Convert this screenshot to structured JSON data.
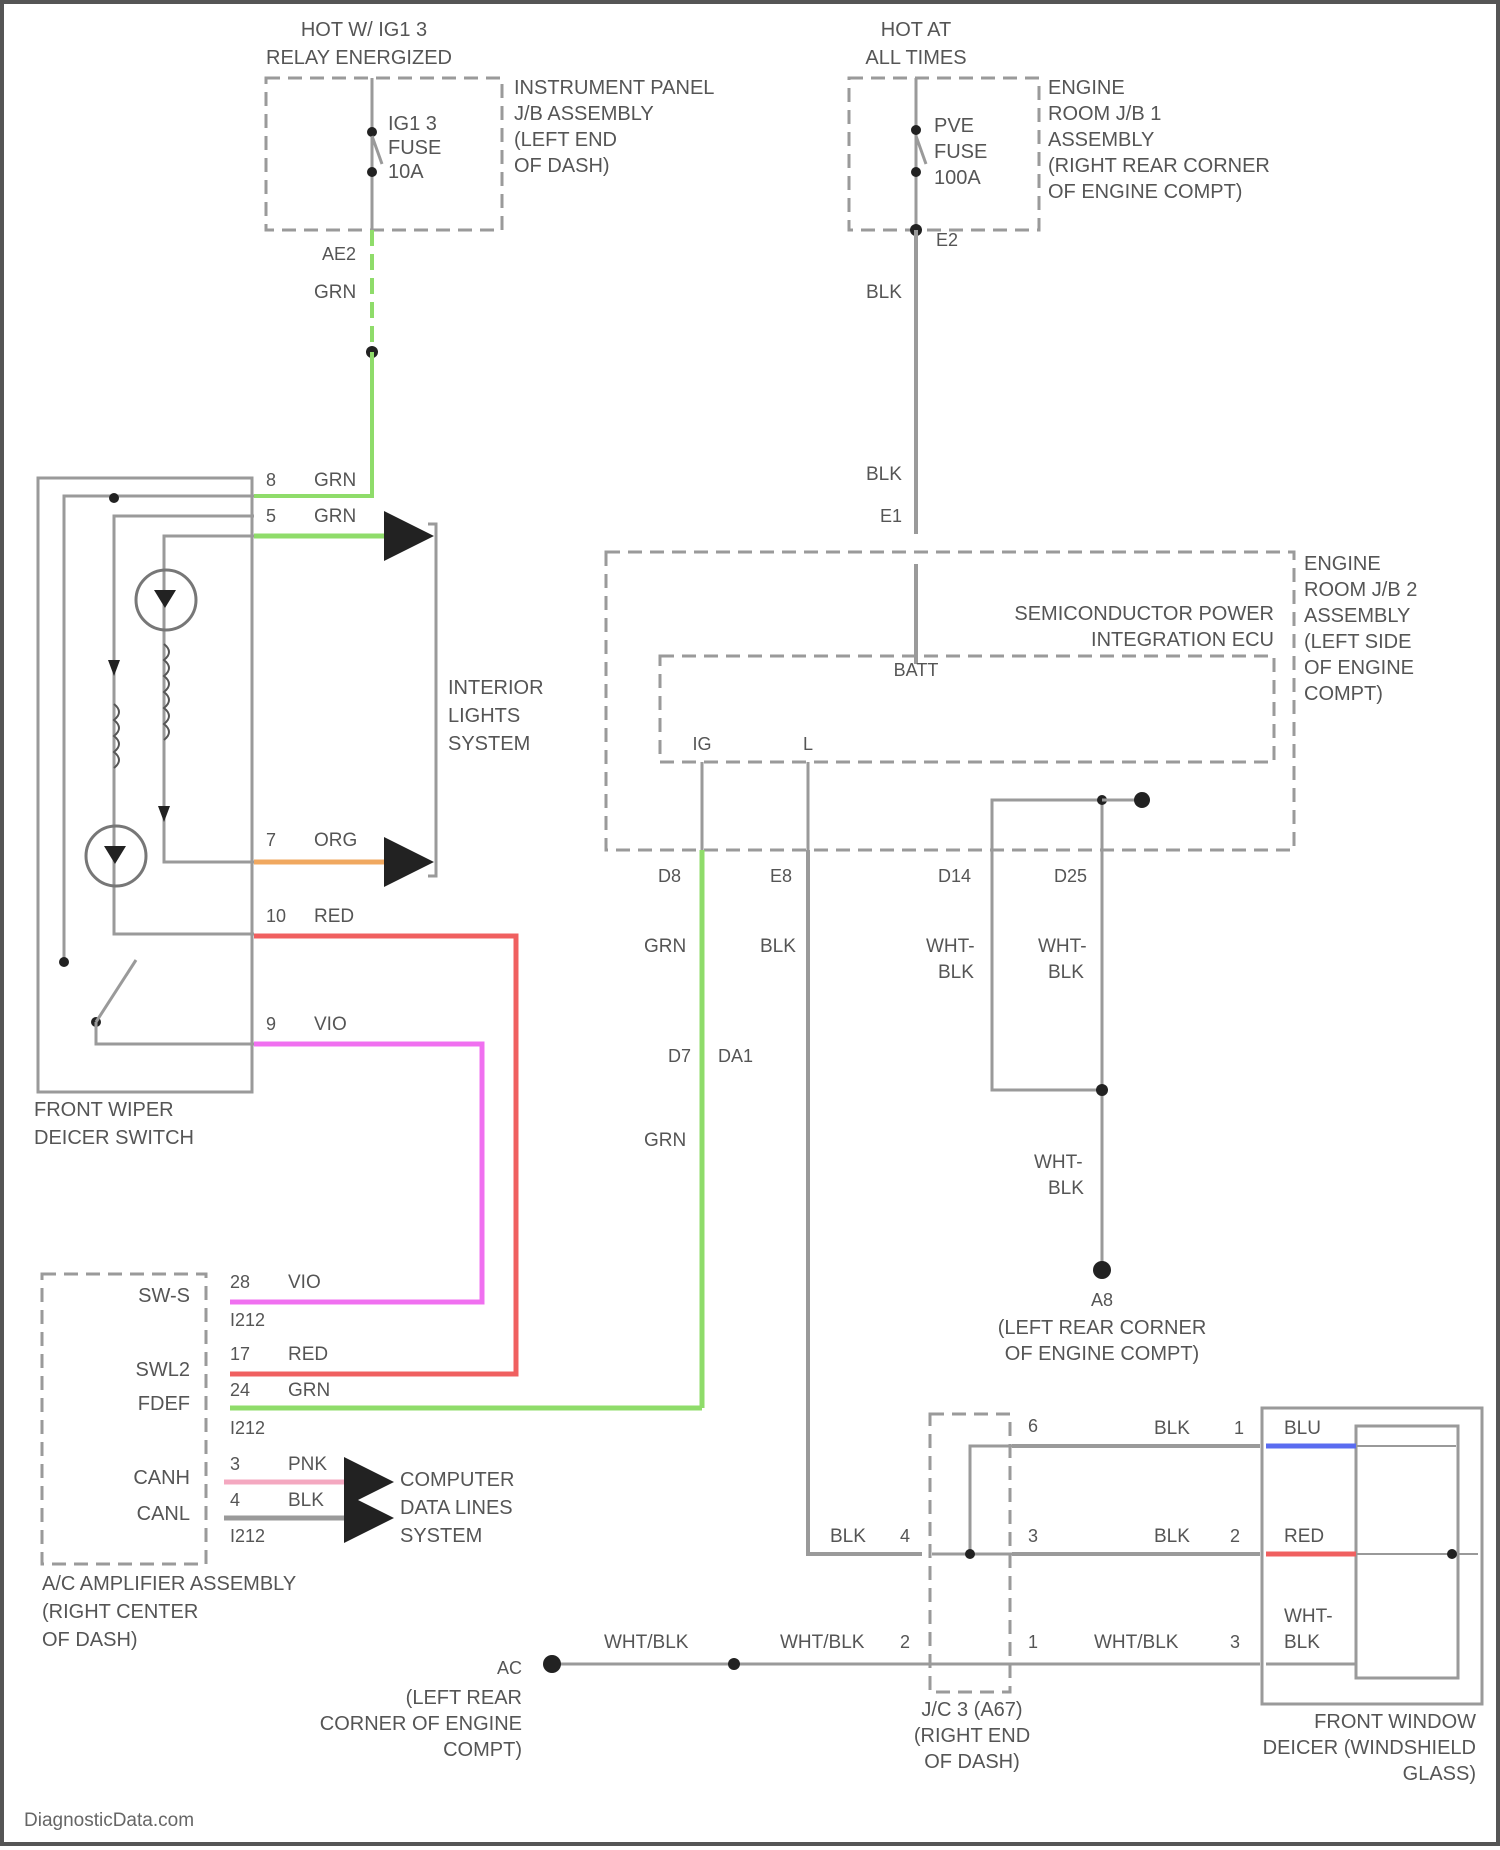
{
  "colors": {
    "GRN": "#8fdc6a",
    "BLK": "#9a9a9a",
    "RED": "#f06060",
    "VIO": "#f070f0",
    "ORG": "#f0a860",
    "PNK": "#f4a8c0",
    "BLU": "#5a6cf0",
    "WHT_BLK": "#b0b0b0"
  },
  "labels": {
    "hot_ig1": [
      "HOT W/ IG1 3",
      "RELAY ENERGIZED"
    ],
    "hot_all": [
      "HOT AT",
      "ALL TIMES"
    ],
    "ip_jb": [
      "INSTRUMENT PANEL",
      "J/B ASSEMBLY",
      "(LEFT END",
      "OF DASH)"
    ],
    "igfuse": [
      "IG1 3",
      "FUSE",
      "10A"
    ],
    "er_jb1": [
      "ENGINE",
      "ROOM J/B 1",
      "ASSEMBLY",
      "(RIGHT REAR CORNER",
      "OF ENGINE COMPT)"
    ],
    "pve": [
      "PVE",
      "FUSE",
      "100A"
    ],
    "er_jb2": [
      "ENGINE",
      "ROOM J/B 2",
      "ASSEMBLY",
      "(LEFT SIDE",
      "OF ENGINE",
      "COMPT)"
    ],
    "spi_ecu": [
      "SEMICONDUCTOR POWER",
      "INTEGRATION ECU"
    ],
    "batt": "BATT",
    "pin_ig": "IG",
    "pin_l": "L",
    "interior": [
      "INTERIOR",
      "LIGHTS",
      "SYSTEM"
    ],
    "fwd_switch": [
      "FRONT WIPER",
      "DEICER SWITCH"
    ],
    "ac_amp_pins": [
      "SW-S",
      "SWL2",
      "FDEF",
      "CANH",
      "CANL"
    ],
    "ac_amp": [
      "A/C AMPLIFIER ASSEMBLY",
      "(RIGHT CENTER",
      "OF DASH)"
    ],
    "comp_data": [
      "COMPUTER",
      "DATA LINES",
      "SYSTEM"
    ],
    "ground_a8": [
      "A8",
      "(LEFT REAR CORNER",
      "OF ENGINE COMPT)"
    ],
    "ground_ac": [
      "AC",
      "(LEFT REAR",
      "CORNER OF ENGINE",
      "COMPT)"
    ],
    "jc3": [
      "J/C 3 (A67)",
      "(RIGHT END",
      "OF DASH)"
    ],
    "deicer": [
      "FRONT WINDOW",
      "DEICER (WINDSHIELD",
      "GLASS)"
    ],
    "watermark": "DiagnosticData.com"
  },
  "connectors": {
    "ae2": "AE2",
    "e2": "E2",
    "e1": "E1",
    "d8": "D8",
    "e8": "E8",
    "d14": "D14",
    "d25": "D25",
    "d7": "D7",
    "da1": "DA1",
    "j12a": "I212",
    "j12b": "I212",
    "j12c": "I212"
  },
  "pins": {
    "sw_8": "8",
    "sw_5": "5",
    "sw_7": "7",
    "sw_10": "10",
    "sw_9": "9",
    "amp_28": "28",
    "amp_17": "17",
    "amp_24": "24",
    "amp_3": "3",
    "amp_4": "4",
    "jc_4": "4",
    "jc_2": "2",
    "jc_6": "6",
    "jc_3": "3",
    "jc_1": "1",
    "d_1": "1",
    "d_2": "2",
    "d_3": "3"
  },
  "wires": {
    "grn": "GRN",
    "blk": "BLK",
    "org": "ORG",
    "red": "RED",
    "vio": "VIO",
    "pnk": "PNK",
    "blu": "BLU",
    "wht": "WHT-",
    "wht_blk": "WHT-BLK",
    "whtblk": "WHT/BLK"
  }
}
